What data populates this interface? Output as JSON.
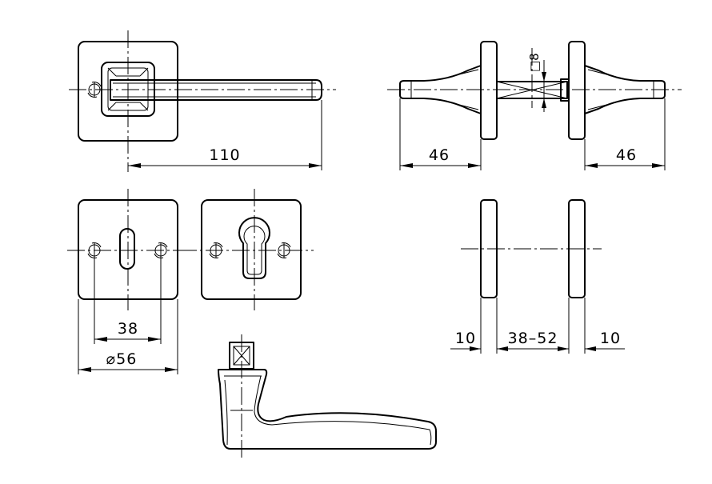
{
  "drawing": {
    "dimensions": {
      "lever_length": "110",
      "spindle_left_projection": "46",
      "spindle_right_projection": "46",
      "spindle_square": "8",
      "spindle_square_prefix": "□",
      "hole_spacing": "38",
      "rose_diameter": "56",
      "diameter_symbol": "⌀",
      "rose_thickness_left": "10",
      "door_thickness_range": "38–52",
      "rose_thickness_right": "10"
    }
  }
}
